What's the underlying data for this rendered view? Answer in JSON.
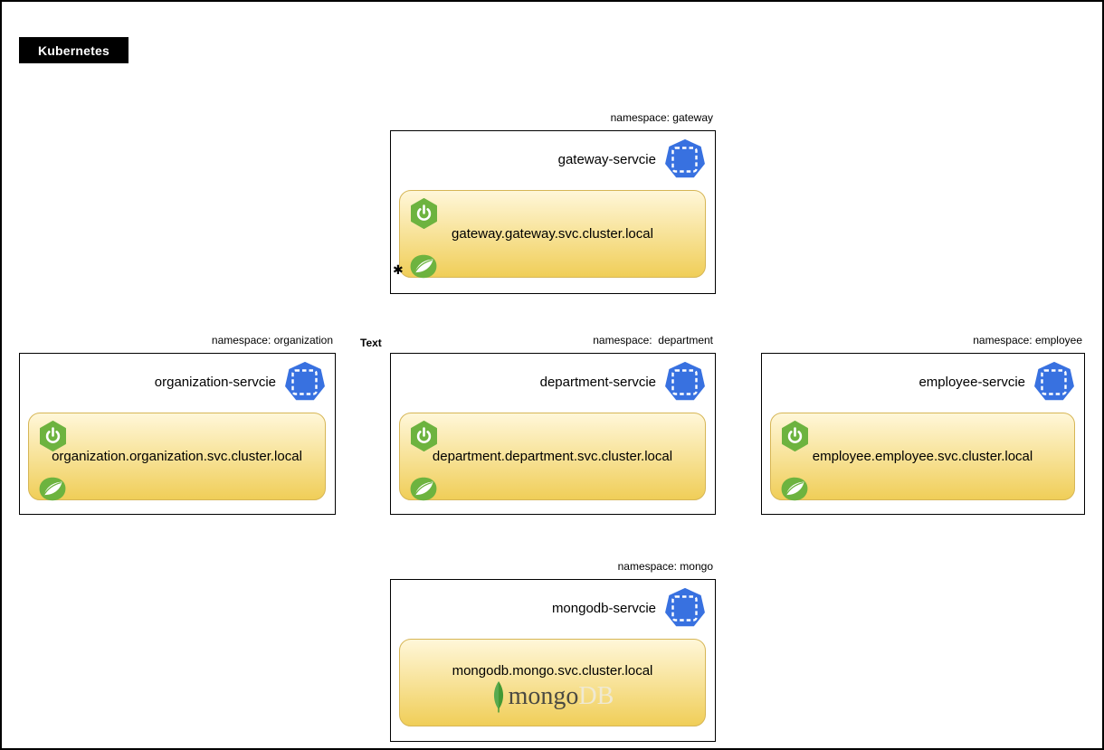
{
  "title": {
    "label": "Kubernetes"
  },
  "text_label": "Text",
  "colors": {
    "k8s_blue": "#3871E0",
    "spring_green": "#6DB33F",
    "mongo_green": "#58AA50",
    "mongo_green_dark": "#439934",
    "mongo_text": "#4B4A42",
    "mongo_suffix": "#EFE9D3",
    "box_yellow_top": "#FFF7D9",
    "box_yellow_bottom": "#F0CE58",
    "box_yellow_border": "#D6B656"
  },
  "icons": {
    "kubernetes_service": "blue heptagon with white dashed rounded square",
    "spring_boot": "green hexagon with white power symbol",
    "spring_leaf": "green blob with white leaf",
    "mongodb_leaf": "green vertical leaf",
    "star": "black asterisk marker"
  },
  "namespaces": [
    {
      "id": "gateway",
      "namespace_label": "namespace: gateway",
      "service_name": "gateway-servcie",
      "dns": "gateway.gateway.svc.cluster.local",
      "star_glyph": "✱"
    },
    {
      "id": "organization",
      "namespace_label": "namespace: organization",
      "service_name": "organization-servcie",
      "dns": "organization.organization.svc.cluster.local"
    },
    {
      "id": "department",
      "namespace_label": "namespace:  department",
      "service_name": "department-servcie",
      "dns": "department.department.svc.cluster.local"
    },
    {
      "id": "employee",
      "namespace_label": "namespace: employee",
      "service_name": "employee-servcie",
      "dns": "employee.employee.svc.cluster.local"
    },
    {
      "id": "mongo",
      "namespace_label": "namespace: mongo",
      "service_name": "mongodb-servcie",
      "dns": "mongodb.mongo.svc.cluster.local",
      "mongo_word": "mongo",
      "mongo_suffix": "DB"
    }
  ]
}
